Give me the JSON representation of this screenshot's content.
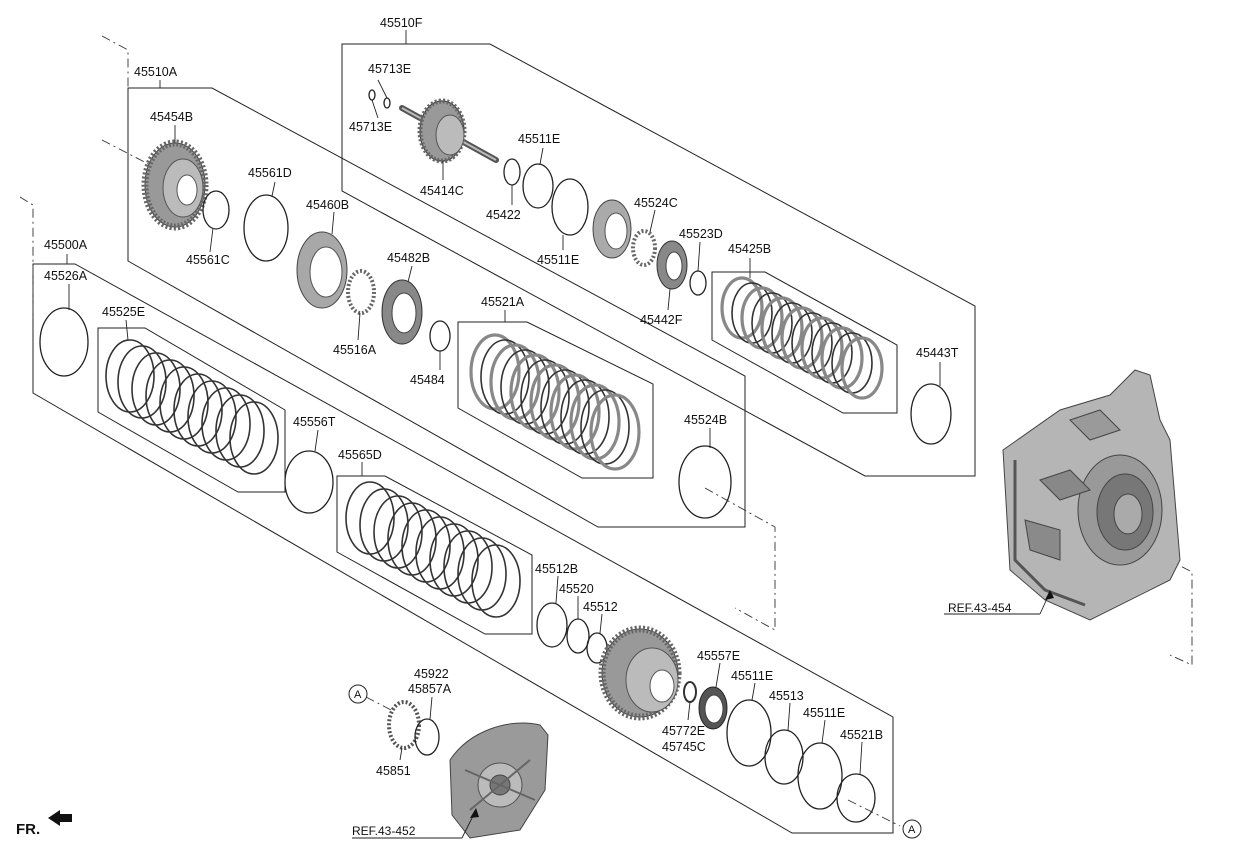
{
  "parts": {
    "p45510F": "45510F",
    "p45713E_a": "45713E",
    "p45713E_b": "45713E",
    "p45511E_a": "45511E",
    "p45414C": "45414C",
    "p45422": "45422",
    "p45511E_b": "45511E",
    "p45524C": "45524C",
    "p45523D": "45523D",
    "p45425B": "45425B",
    "p45442F": "45442F",
    "p45443T": "45443T",
    "p45510A": "45510A",
    "p45454B": "45454B",
    "p45561D": "45561D",
    "p45561C": "45561C",
    "p45460B": "45460B",
    "p45482B": "45482B",
    "p45516A": "45516A",
    "p45484": "45484",
    "p45521A": "45521A",
    "p45524B": "45524B",
    "p45500A": "45500A",
    "p45526A": "45526A",
    "p45525E": "45525E",
    "p45556T": "45556T",
    "p45565D": "45565D",
    "p45512B": "45512B",
    "p45520": "45520",
    "p45512": "45512",
    "p45557E": "45557E",
    "p45511E_c": "45511E",
    "p45513": "45513",
    "p45511E_d": "45511E",
    "p45521B": "45521B",
    "p45772E": "45772E",
    "p45745C": "45745C",
    "p45922": "45922",
    "p45857A": "45857A",
    "p45851": "45851"
  },
  "refs": {
    "ref454": "REF.43-454",
    "ref452": "REF.43-452"
  },
  "markers": {
    "a_left": "A",
    "a_right": "A"
  },
  "direction": "FR."
}
